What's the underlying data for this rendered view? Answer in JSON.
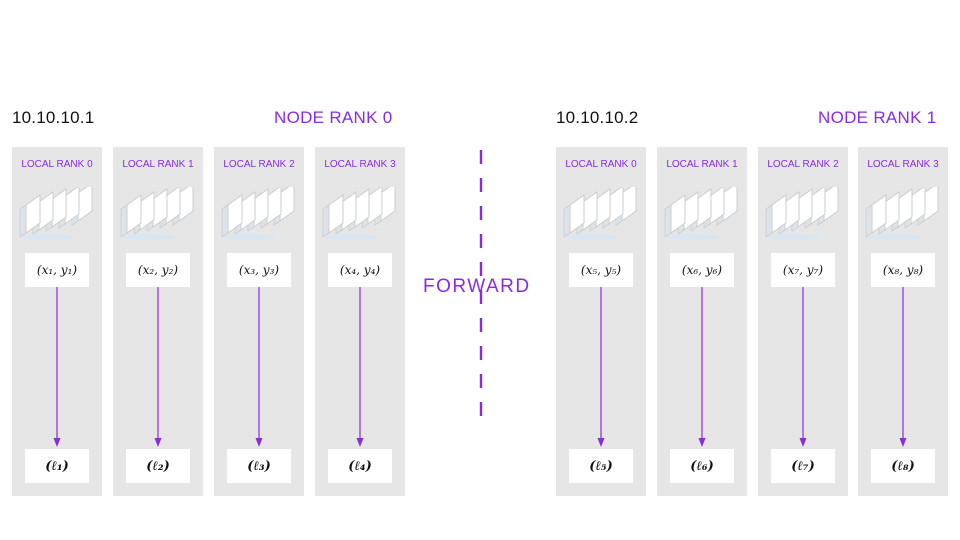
{
  "nodes": [
    {
      "ip": "10.10.10.1",
      "rank": "NODE RANK 0",
      "columns": [
        {
          "label": "LOCAL RANK 0",
          "input": "(x₁, y₁)",
          "output": "(ℓ₁)"
        },
        {
          "label": "LOCAL RANK 1",
          "input": "(x₂, y₂)",
          "output": "(ℓ₂)"
        },
        {
          "label": "LOCAL RANK 2",
          "input": "(x₃, y₃)",
          "output": "(ℓ₃)"
        },
        {
          "label": "LOCAL RANK 3",
          "input": "(x₄, y₄)",
          "output": "(ℓ₄)"
        }
      ]
    },
    {
      "ip": "10.10.10.2",
      "rank": "NODE RANK 1",
      "columns": [
        {
          "label": "LOCAL RANK 0",
          "input": "(x₅, y₅)",
          "output": "(ℓ₅)"
        },
        {
          "label": "LOCAL RANK 1",
          "input": "(x₆, y₆)",
          "output": "(ℓ₆)"
        },
        {
          "label": "LOCAL RANK 2",
          "input": "(x₇, y₇)",
          "output": "(ℓ₇)"
        },
        {
          "label": "LOCAL RANK 3",
          "input": "(x₈, y₈)",
          "output": "(ℓ₈)"
        }
      ]
    }
  ],
  "center_label": "FORWARD",
  "colors": {
    "accent": "#8a2be2",
    "column_bg": "#e6e6e6"
  },
  "icons": {
    "gpu": "gpu-icon",
    "arrow": "arrow-down-icon"
  }
}
